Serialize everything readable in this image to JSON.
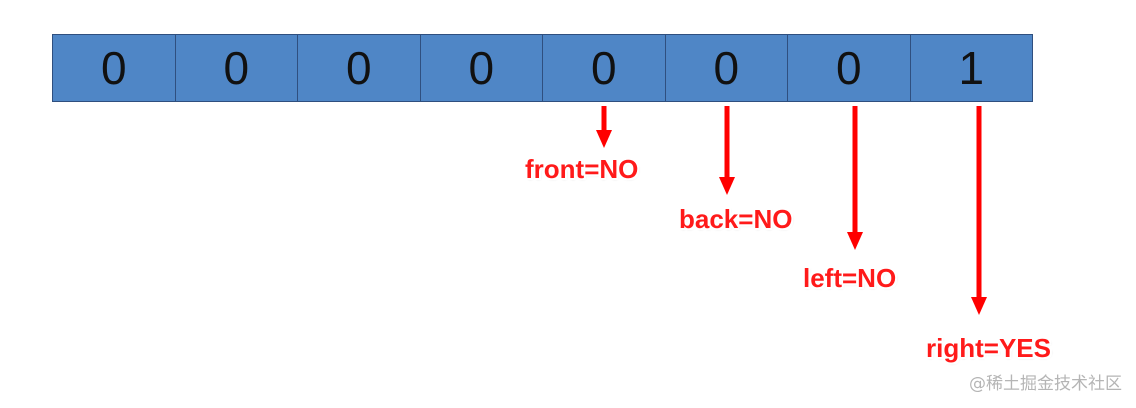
{
  "cells": [
    "0",
    "0",
    "0",
    "0",
    "0",
    "0",
    "0",
    "1"
  ],
  "labels": {
    "front": "front=NO",
    "back": "back=NO",
    "left": "left=NO",
    "right": "right=YES"
  },
  "watermark": "@稀土掘金技术社区",
  "colors": {
    "cell_fill": "#4f86c6",
    "arrow": "#ff0000",
    "label": "#ff1a1a"
  }
}
